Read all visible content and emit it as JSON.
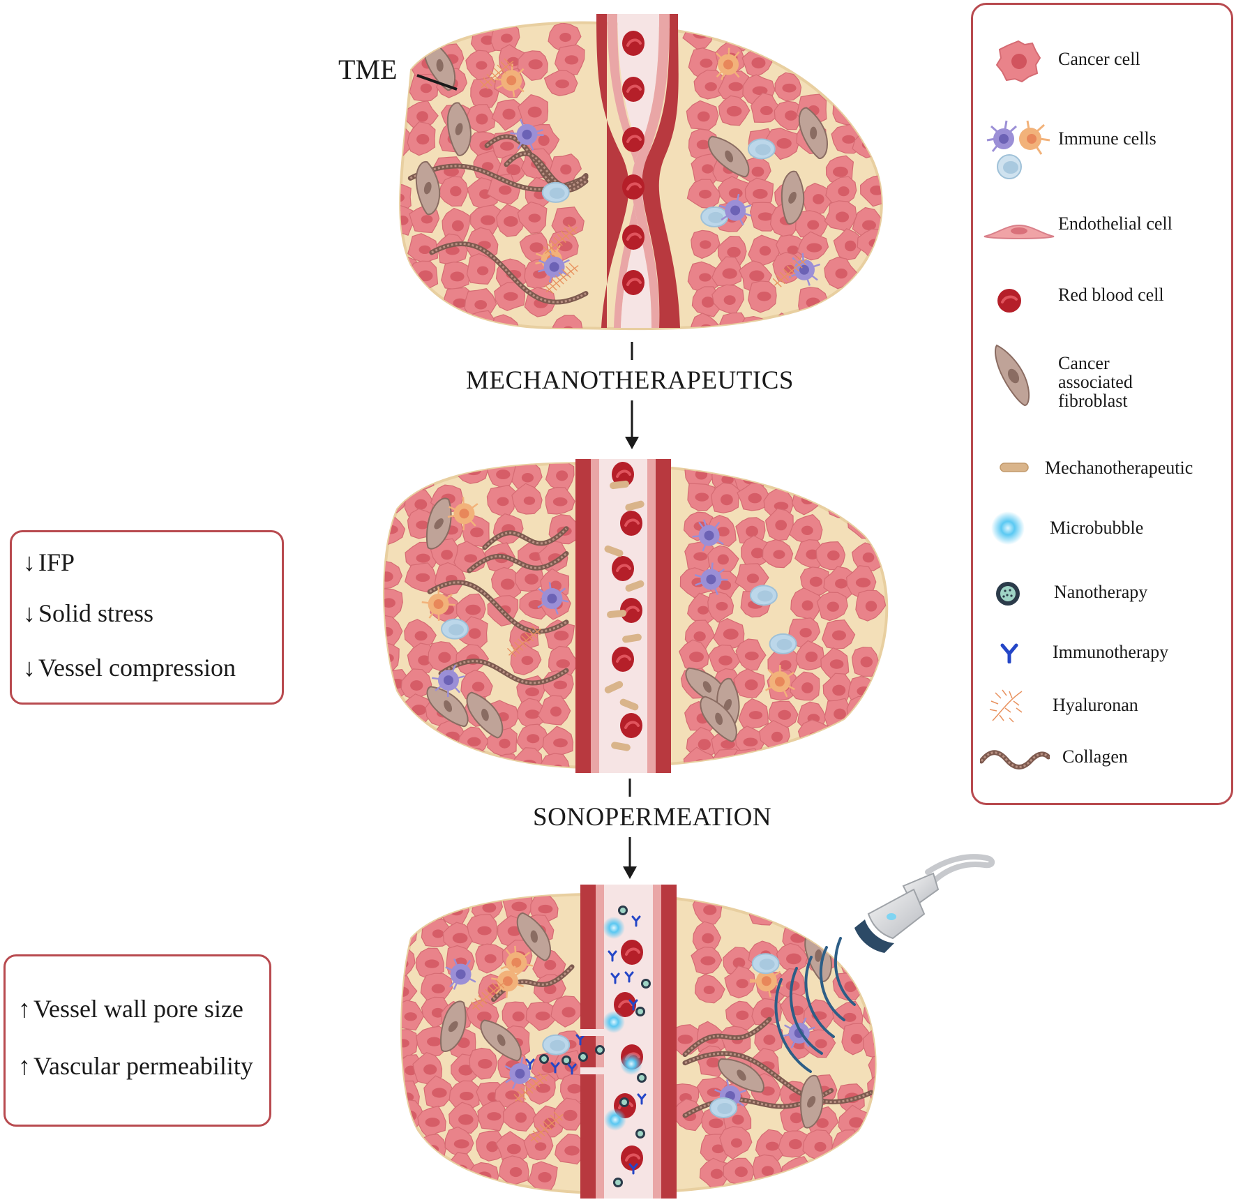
{
  "labels": {
    "tme": "TME",
    "mechanotherapeutics": "MECHANOTHERAPEUTICS",
    "sonopermeation": "SONOPERMEATION"
  },
  "effects_box_1": [
    {
      "direction": "down",
      "text": "IFP"
    },
    {
      "direction": "down",
      "text": "Solid stress"
    },
    {
      "direction": "down",
      "text": "Vessel compression"
    }
  ],
  "effects_box_2": [
    {
      "direction": "up",
      "text": "Vessel wall pore size"
    },
    {
      "direction": "up",
      "text": "Vascular permeability"
    }
  ],
  "legend": [
    {
      "icon": "cancer-cell-icon",
      "text": "Cancer cell"
    },
    {
      "icon": "immune-cells-icon",
      "text": "Immune cells"
    },
    {
      "icon": "endothelial-cell-icon",
      "text": "Endothelial cell"
    },
    {
      "icon": "red-blood-cell-icon",
      "text": "Red blood cell"
    },
    {
      "icon": "fibroblast-icon",
      "text": "Cancer\nassociated\nfibroblast"
    },
    {
      "icon": "mechanotherapeutic-icon",
      "text": "Mechanotherapeutic"
    },
    {
      "icon": "microbubble-icon",
      "text": "Microbubble"
    },
    {
      "icon": "nanotherapy-icon",
      "text": "Nanotherapy"
    },
    {
      "icon": "immunotherapy-icon",
      "text": "Immunotherapy"
    },
    {
      "icon": "hyaluronan-icon",
      "text": "Hyaluronan"
    },
    {
      "icon": "collagen-icon",
      "text": "Collagen"
    }
  ],
  "colors": {
    "box_border": "#b84a4f",
    "cancer_cell": "#e9838a",
    "tissue_bg": "#f3dfb8",
    "vessel_wall": "#b8393f",
    "vessel_lumen": "#f6e4e4",
    "red_blood_cell": "#b51f29",
    "fibroblast": "#bfa398",
    "immune_purple": "#9b8fd6",
    "immune_orange": "#f2b27a",
    "immune_blue": "#bcd7ea",
    "mechanotherapeutic": "#d9b48a",
    "microbubble": "#52c6f2",
    "nanotherapy": "#2b3b4a",
    "immunotherapy": "#2446c7",
    "hyaluronan": "#e8925f",
    "collagen": "#7d5a4f",
    "ultrasound_waves": "#2d5e86"
  }
}
